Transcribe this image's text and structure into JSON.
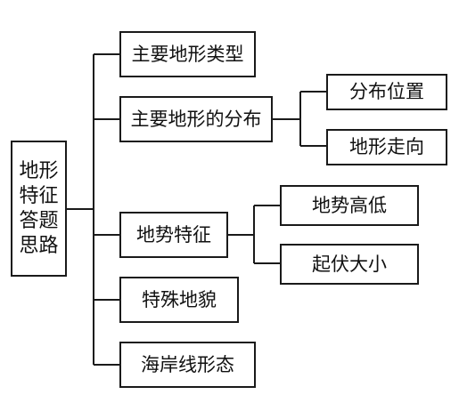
{
  "colors": {
    "line": "#1a1a1a",
    "box_border": "#1a1a1a",
    "text": "#111111",
    "background": "#ffffff"
  },
  "root": {
    "lines": [
      "地形",
      "特征",
      "答题",
      "思路"
    ]
  },
  "nodes": {
    "main_type": "主要地形类型",
    "main_distribution": "主要地形的分布",
    "distribution_location": "分布位置",
    "distribution_direction": "地形走向",
    "terrain_features": "地势特征",
    "terrain_height": "地势高低",
    "terrain_undulation": "起伏大小",
    "special_landforms": "特殊地貌",
    "coastline_shape": "海岸线形态"
  }
}
